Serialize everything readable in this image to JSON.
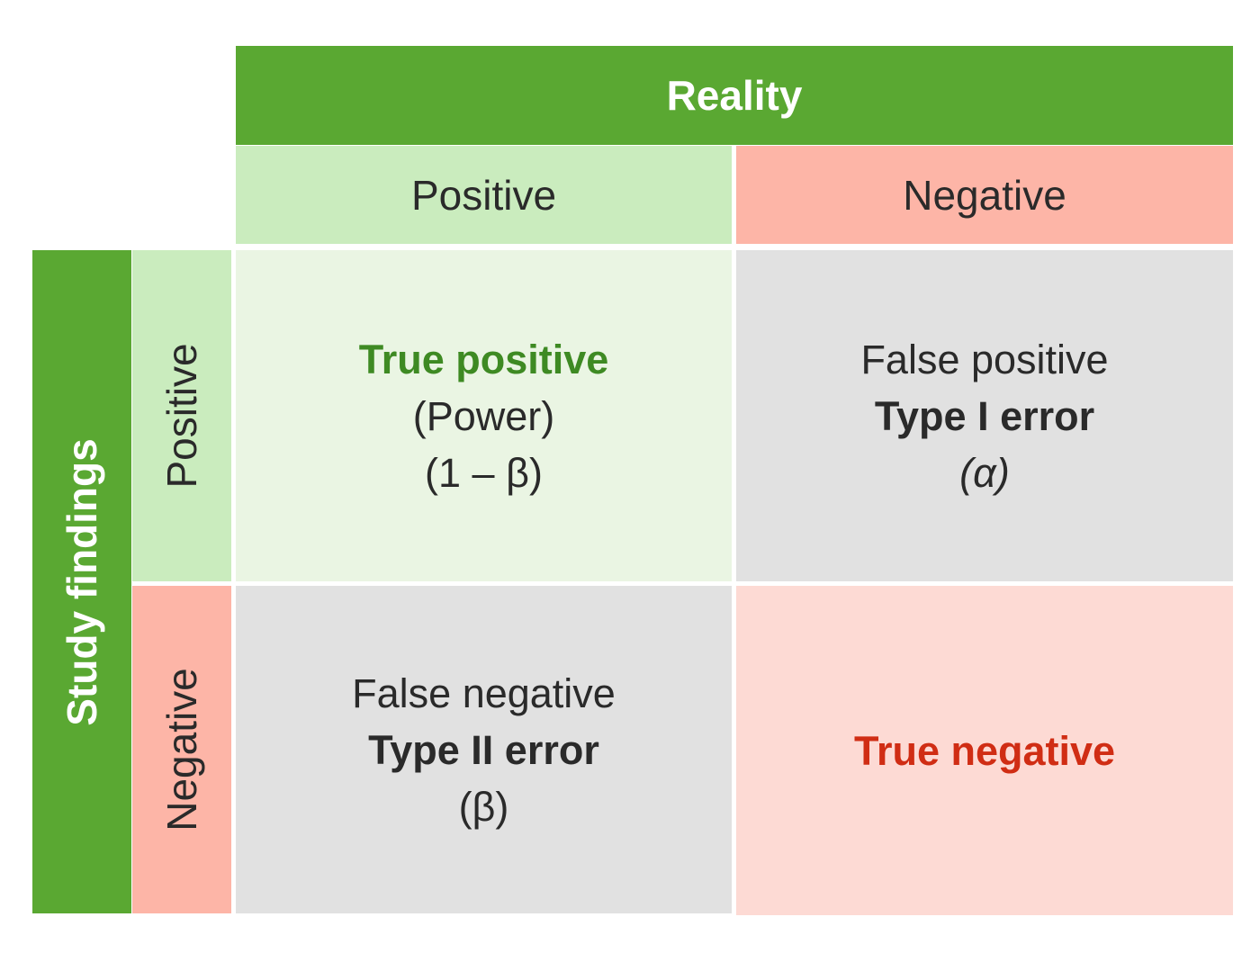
{
  "header": {
    "reality": "Reality",
    "study_findings": "Study findings"
  },
  "columns": {
    "positive": "Positive",
    "negative": "Negative"
  },
  "rows": {
    "positive": "Positive",
    "negative": "Negative"
  },
  "cells": {
    "true_positive": {
      "title": "True positive",
      "line2": "(Power)",
      "line3": "(1 – β)"
    },
    "false_positive": {
      "line1": "False positive",
      "title": "Type I error",
      "line3": "(α)"
    },
    "false_negative": {
      "line1": "False negative",
      "title": "Type II error",
      "line3": "(β)"
    },
    "true_negative": {
      "title": "True negative"
    }
  },
  "colors": {
    "header_green": "#5aa832",
    "positive_green_light": "#caecbe",
    "negative_salmon": "#fdb5a7",
    "true_positive_bg": "#eaf5e3",
    "error_gray": "#e1e1e1",
    "true_negative_bg": "#fddad4",
    "true_positive_text": "#3e8a23",
    "true_negative_text": "#d02d14"
  }
}
